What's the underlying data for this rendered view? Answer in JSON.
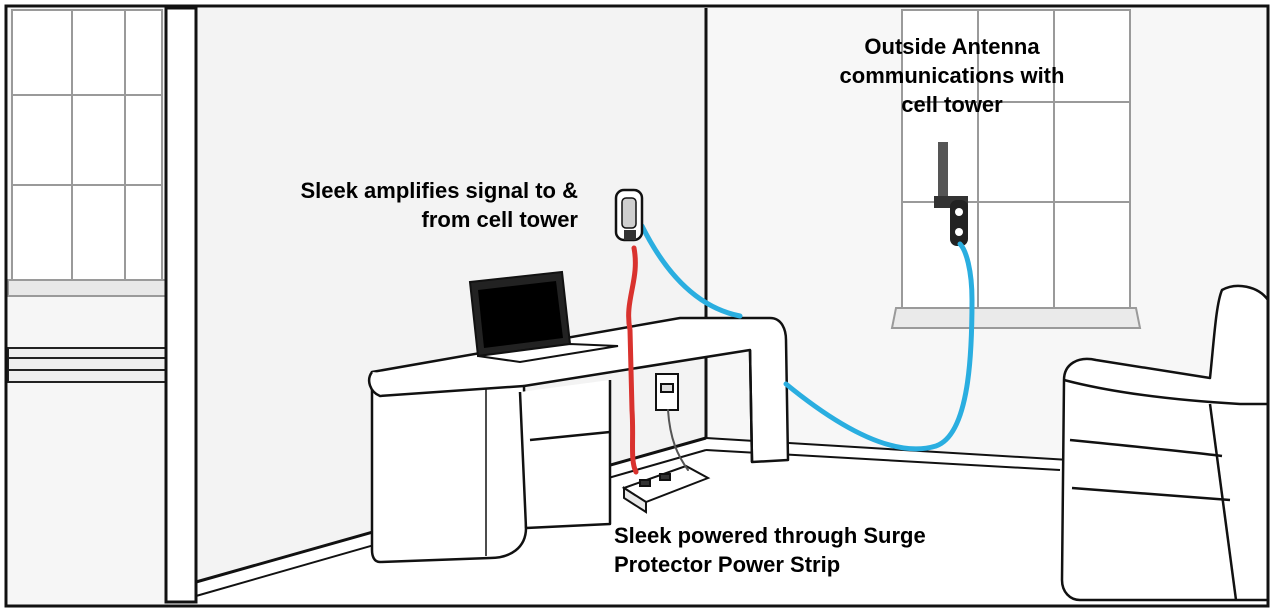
{
  "labels": {
    "antenna": [
      "Outside Antenna",
      "communications with",
      "cell tower"
    ],
    "sleek": [
      "Sleek amplifies signal to &",
      "from cell tower"
    ],
    "power": [
      "Sleek powered through Surge",
      "Protector Power Strip"
    ]
  },
  "colors": {
    "coax_cable": "#2aaee0",
    "power_cable": "#d9322e",
    "line": "#111111",
    "wall": "#f4f4f4",
    "floor": "#ffffff",
    "laptop_screen": "#000000"
  }
}
